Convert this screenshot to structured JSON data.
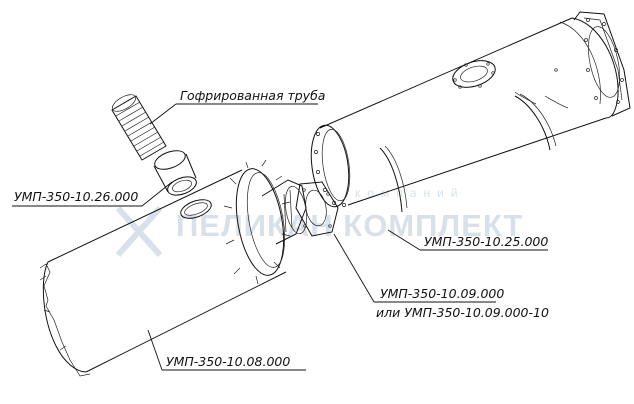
{
  "labels": {
    "corrugated_pipe": "Гофрированная труба",
    "part_26": "УМП-350-10.26.000",
    "part_25": "УМП-350-10.25.000",
    "part_09_line1": "УМП-350-10.09.000",
    "part_09_line2": "или УМП-350-10.09.000-10",
    "part_08": "УМП-350-10.08.000"
  },
  "watermark": {
    "small": "компаний",
    "big": "ПЕЛИКАН КОМПЛЕКТ",
    "color": "#b9c8d8"
  },
  "colors": {
    "line": "#111111",
    "background": "#ffffff"
  }
}
